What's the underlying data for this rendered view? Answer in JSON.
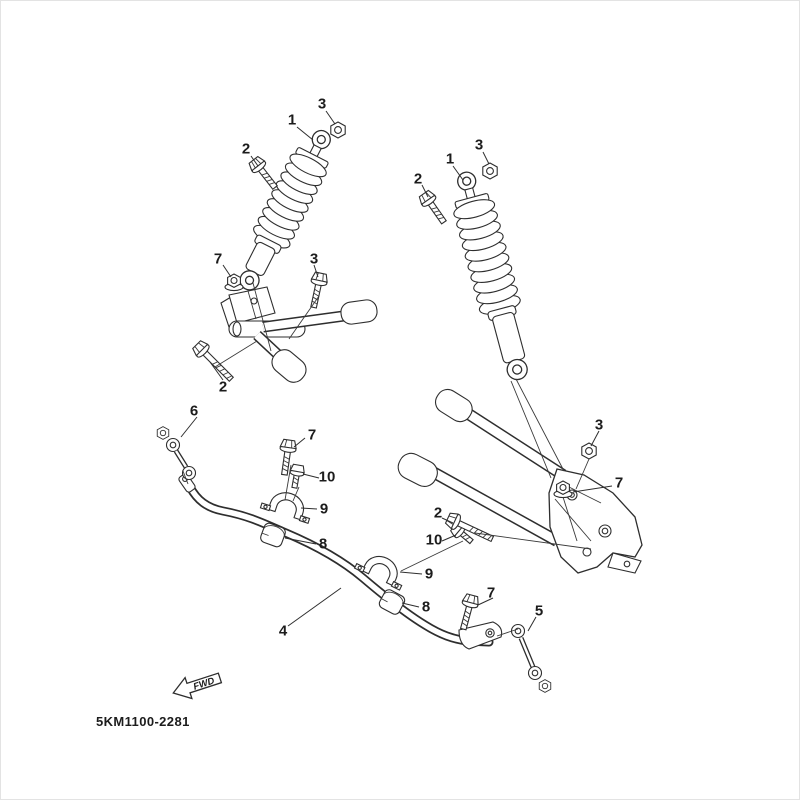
{
  "diagram": {
    "part_number": "5KM1100-2281",
    "fwd_label": "FWD",
    "callouts": {
      "left_shock_mount": "1",
      "left_shock_nut": "3",
      "left_shock_bolt": "2",
      "left_arm_bolt": "3",
      "left_arm_nut": "7",
      "left_arm_pivot_bolt": "2",
      "right_shock_mount": "1",
      "right_shock_nut": "3",
      "right_shock_bolt": "2",
      "stabilizer_link_left": "6",
      "stabilizer_bracket_bolt_left": "7",
      "stabilizer_clamp_bolt_left": "10",
      "stabilizer_clamp_left": "9",
      "stabilizer_bushing_left": "8",
      "stabilizer_bar": "4",
      "stabilizer_clamp_right": "9",
      "stabilizer_bushing_right": "8",
      "stabilizer_clamp_bolt_right": "10",
      "right_arm_pivot_bolt": "2",
      "right_arm_nut_top": "3",
      "right_arm_nut": "7",
      "stabilizer_bracket_bolt_right": "7",
      "stabilizer_link_right": "5"
    }
  }
}
